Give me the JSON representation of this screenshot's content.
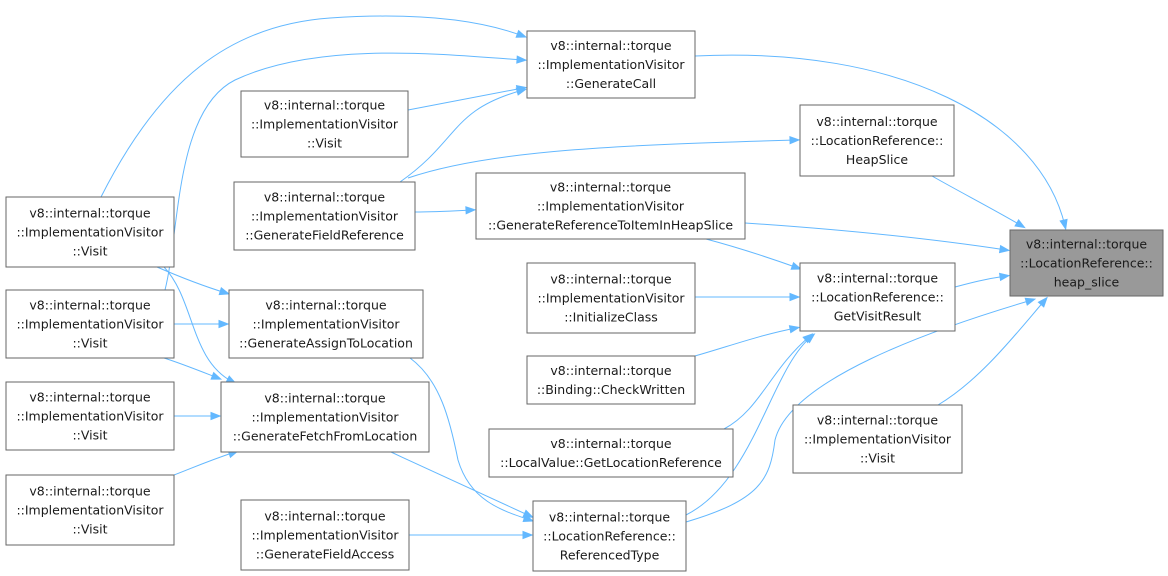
{
  "colors": {
    "edge": "#63b8ff",
    "node_border": "#666666",
    "node_fill": "#ffffff",
    "focus_fill": "#999999"
  },
  "nodes": [
    {
      "id": "heap_slice",
      "lines": [
        "v8::internal::torque",
        "::LocationReference::",
        "heap_slice"
      ],
      "focus": true
    },
    {
      "id": "generate_call",
      "lines": [
        "v8::internal::torque",
        "::ImplementationVisitor",
        "::GenerateCall"
      ]
    },
    {
      "id": "heapslice",
      "lines": [
        "v8::internal::torque",
        "::LocationReference::",
        "HeapSlice"
      ]
    },
    {
      "id": "visit_top",
      "lines": [
        "v8::internal::torque",
        "::ImplementationVisitor",
        "::Visit"
      ]
    },
    {
      "id": "generate_field_reference",
      "lines": [
        "v8::internal::torque",
        "::ImplementationVisitor",
        "::GenerateFieldReference"
      ]
    },
    {
      "id": "generate_ref_item",
      "lines": [
        "v8::internal::torque",
        "::ImplementationVisitor",
        "::GenerateReferenceToItemInHeapSlice"
      ]
    },
    {
      "id": "visit_left1",
      "lines": [
        "v8::internal::torque",
        "::ImplementationVisitor",
        "::Visit"
      ]
    },
    {
      "id": "get_visit_result",
      "lines": [
        "v8::internal::torque",
        "::LocationReference::",
        "GetVisitResult"
      ]
    },
    {
      "id": "initialize_class",
      "lines": [
        "v8::internal::torque",
        "::ImplementationVisitor",
        "::InitializeClass"
      ]
    },
    {
      "id": "visit_left2",
      "lines": [
        "v8::internal::torque",
        "::ImplementationVisitor",
        "::Visit"
      ]
    },
    {
      "id": "generate_assign",
      "lines": [
        "v8::internal::torque",
        "::ImplementationVisitor",
        "::GenerateAssignToLocation"
      ]
    },
    {
      "id": "check_written",
      "lines": [
        "v8::internal::torque",
        "::Binding::CheckWritten"
      ]
    },
    {
      "id": "visit_left3",
      "lines": [
        "v8::internal::torque",
        "::ImplementationVisitor",
        "::Visit"
      ]
    },
    {
      "id": "generate_fetch",
      "lines": [
        "v8::internal::torque",
        "::ImplementationVisitor",
        "::GenerateFetchFromLocation"
      ]
    },
    {
      "id": "visit_right",
      "lines": [
        "v8::internal::torque",
        "::ImplementationVisitor",
        "::Visit"
      ]
    },
    {
      "id": "local_value",
      "lines": [
        "v8::internal::torque",
        "::LocalValue::GetLocationReference"
      ]
    },
    {
      "id": "visit_left4",
      "lines": [
        "v8::internal::torque",
        "::ImplementationVisitor",
        "::Visit"
      ]
    },
    {
      "id": "generate_field_access",
      "lines": [
        "v8::internal::torque",
        "::ImplementationVisitor",
        "::GenerateFieldAccess"
      ]
    },
    {
      "id": "referenced_type",
      "lines": [
        "v8::internal::torque",
        "::LocationReference::",
        "ReferencedType"
      ]
    }
  ],
  "edges": [
    {
      "from": "generate_call",
      "to": "heap_slice"
    },
    {
      "from": "heapslice",
      "to": "heap_slice"
    },
    {
      "from": "generate_ref_item",
      "to": "heap_slice"
    },
    {
      "from": "get_visit_result",
      "to": "heap_slice"
    },
    {
      "from": "referenced_type",
      "to": "heap_slice"
    },
    {
      "from": "visit_right",
      "to": "heap_slice"
    },
    {
      "from": "visit_left1",
      "to": "generate_call"
    },
    {
      "from": "visit_left2",
      "to": "generate_call"
    },
    {
      "from": "visit_top",
      "to": "generate_call"
    },
    {
      "from": "generate_field_reference",
      "to": "generate_call"
    },
    {
      "from": "generate_field_reference",
      "to": "heapslice"
    },
    {
      "from": "generate_field_reference",
      "to": "generate_ref_item"
    },
    {
      "from": "generate_ref_item",
      "to": "get_visit_result"
    },
    {
      "from": "initialize_class",
      "to": "get_visit_result"
    },
    {
      "from": "check_written",
      "to": "get_visit_result"
    },
    {
      "from": "local_value",
      "to": "get_visit_result"
    },
    {
      "from": "referenced_type",
      "to": "get_visit_result"
    },
    {
      "from": "visit_left1",
      "to": "generate_assign"
    },
    {
      "from": "visit_left2",
      "to": "generate_assign"
    },
    {
      "from": "visit_left1",
      "to": "generate_fetch"
    },
    {
      "from": "visit_left2",
      "to": "generate_fetch"
    },
    {
      "from": "visit_left3",
      "to": "generate_fetch"
    },
    {
      "from": "visit_left4",
      "to": "generate_fetch"
    },
    {
      "from": "generate_assign",
      "to": "referenced_type"
    },
    {
      "from": "generate_fetch",
      "to": "referenced_type"
    },
    {
      "from": "generate_field_access",
      "to": "referenced_type"
    }
  ]
}
